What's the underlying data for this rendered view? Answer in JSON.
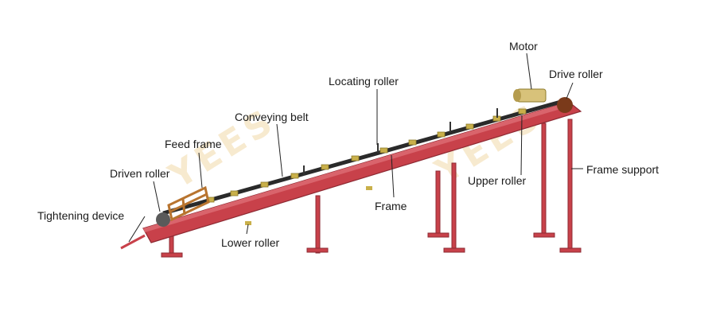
{
  "watermark": "YEES",
  "labels": {
    "motor": "Motor",
    "drive_roller": "Drive roller",
    "locating_roller": "Locating roller",
    "conveying_belt": "Conveying belt",
    "feed_frame": "Feed frame",
    "driven_roller": "Driven roller",
    "frame_support": "Frame support",
    "upper_roller": "Upper roller",
    "frame": "Frame",
    "tightening_device": "Tightening device",
    "lower_roller": "Lower roller"
  },
  "colors": {
    "frame": "#c8414a",
    "frame_dark": "#8e2a33",
    "belt": "#2a2a2a",
    "roller": "#c9b04a",
    "feed_frame": "#b8742f",
    "leader": "#222222"
  }
}
